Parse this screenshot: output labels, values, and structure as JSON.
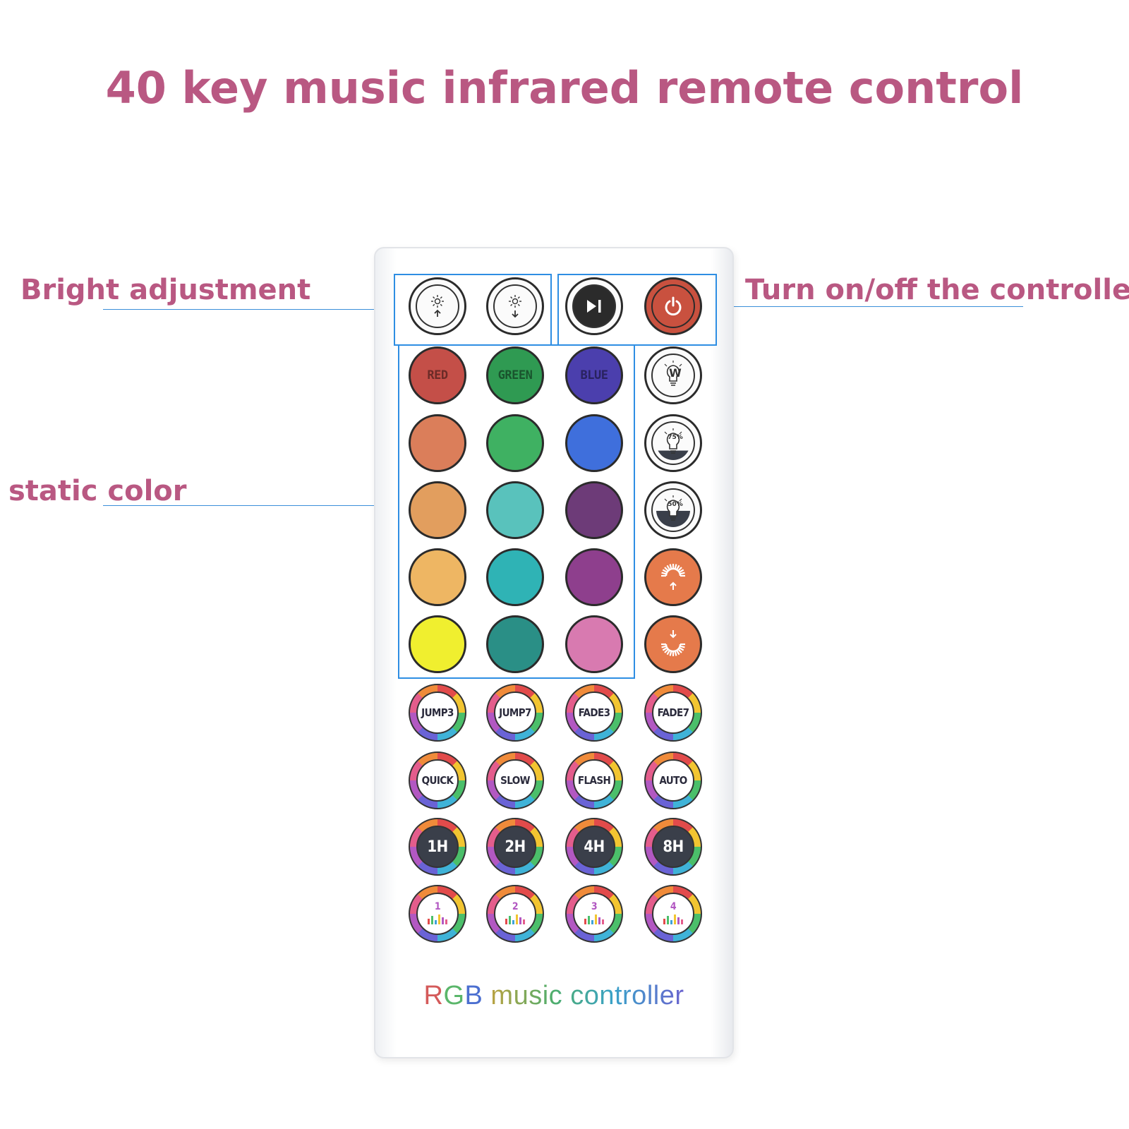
{
  "title": "40 key music infrared remote control",
  "callouts": {
    "bright": "Bright adjustment",
    "power": "Turn on/off the controller",
    "static": "static color"
  },
  "colors": {
    "title": "#b95882",
    "callout_line": "#3b8fd9",
    "group_box": "#2e8ee3"
  },
  "rows": [
    [
      {
        "type": "bright-up",
        "icon": "brightness-up-icon"
      },
      {
        "type": "bright-down",
        "icon": "brightness-down-icon"
      },
      {
        "type": "play-pause",
        "icon": "play-pause-icon"
      },
      {
        "type": "power",
        "icon": "power-icon"
      }
    ],
    [
      {
        "type": "color",
        "label": "RED",
        "color": "#c44f48"
      },
      {
        "type": "color",
        "label": "GREEN",
        "color": "#2f9a52"
      },
      {
        "type": "color",
        "label": "BLUE",
        "color": "#4b3fad"
      },
      {
        "type": "white",
        "icon": "bulb-w-icon",
        "label": "W"
      }
    ],
    [
      {
        "type": "color",
        "label": "",
        "color": "#db7e5a"
      },
      {
        "type": "color",
        "label": "",
        "color": "#3fb162"
      },
      {
        "type": "color",
        "label": "",
        "color": "#3f6fdc"
      },
      {
        "type": "white",
        "icon": "bulb-75-icon",
        "label": "75%"
      }
    ],
    [
      {
        "type": "color",
        "label": "",
        "color": "#e29e5e"
      },
      {
        "type": "color",
        "label": "",
        "color": "#59c2bc"
      },
      {
        "type": "color",
        "label": "",
        "color": "#6d3b78"
      },
      {
        "type": "white",
        "icon": "bulb-50-icon",
        "label": "50%"
      }
    ],
    [
      {
        "type": "color",
        "label": "",
        "color": "#eeb663"
      },
      {
        "type": "color",
        "label": "",
        "color": "#2fb3b5"
      },
      {
        "type": "color",
        "label": "",
        "color": "#8e3f8d"
      },
      {
        "type": "orange",
        "icon": "sun-up-icon"
      }
    ],
    [
      {
        "type": "color",
        "label": "",
        "color": "#f0ef2f"
      },
      {
        "type": "color",
        "label": "",
        "color": "#2a8f86"
      },
      {
        "type": "color",
        "label": "",
        "color": "#d87ab0"
      },
      {
        "type": "orange",
        "icon": "sun-down-icon"
      }
    ],
    [
      {
        "type": "mode",
        "label": "JUMP3"
      },
      {
        "type": "mode",
        "label": "JUMP7"
      },
      {
        "type": "mode",
        "label": "FADE3"
      },
      {
        "type": "mode",
        "label": "FADE7"
      }
    ],
    [
      {
        "type": "mode",
        "label": "QUICK"
      },
      {
        "type": "mode",
        "label": "SLOW"
      },
      {
        "type": "mode",
        "label": "FLASH"
      },
      {
        "type": "mode",
        "label": "AUTO"
      }
    ],
    [
      {
        "type": "timer",
        "label": "1H"
      },
      {
        "type": "timer",
        "label": "2H"
      },
      {
        "type": "timer",
        "label": "4H"
      },
      {
        "type": "timer",
        "label": "8H"
      }
    ],
    [
      {
        "type": "music",
        "label": "1",
        "icon": "music-bars-icon"
      },
      {
        "type": "music",
        "label": "2",
        "icon": "music-bars-icon"
      },
      {
        "type": "music",
        "label": "3",
        "icon": "music-bars-icon"
      },
      {
        "type": "music",
        "label": "4",
        "icon": "music-bars-icon"
      }
    ]
  ],
  "brand": {
    "r": "R",
    "g": "G",
    "b": "B",
    "rest": " music controller"
  }
}
